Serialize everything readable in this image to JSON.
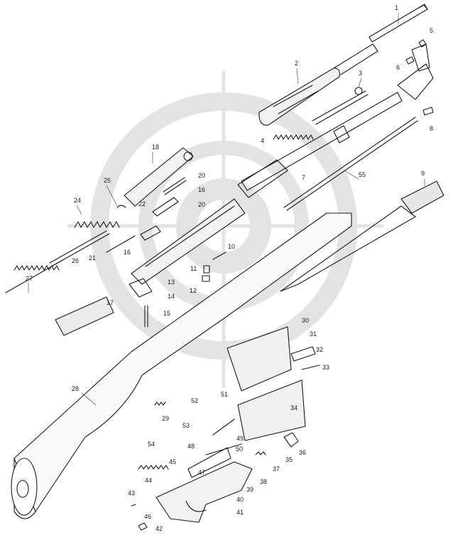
{
  "diagram": {
    "watermark": "crosshair-logo",
    "parts": [
      {
        "id": "1",
        "label": "1"
      },
      {
        "id": "2",
        "label": "2"
      },
      {
        "id": "3",
        "label": "3"
      },
      {
        "id": "4",
        "label": "4"
      },
      {
        "id": "5",
        "label": "5"
      },
      {
        "id": "6",
        "label": "6"
      },
      {
        "id": "7",
        "label": "7"
      },
      {
        "id": "8",
        "label": "8"
      },
      {
        "id": "9",
        "label": "9"
      },
      {
        "id": "10",
        "label": "10"
      },
      {
        "id": "11",
        "label": "11"
      },
      {
        "id": "12",
        "label": "12"
      },
      {
        "id": "13",
        "label": "13"
      },
      {
        "id": "14",
        "label": "14"
      },
      {
        "id": "15",
        "label": "15"
      },
      {
        "id": "16",
        "label": "16"
      },
      {
        "id": "16b",
        "label": "16"
      },
      {
        "id": "17",
        "label": "17"
      },
      {
        "id": "18",
        "label": "18"
      },
      {
        "id": "20",
        "label": "20"
      },
      {
        "id": "20b",
        "label": "20"
      },
      {
        "id": "21",
        "label": "21"
      },
      {
        "id": "22",
        "label": "22"
      },
      {
        "id": "24",
        "label": "24"
      },
      {
        "id": "25",
        "label": "25"
      },
      {
        "id": "26",
        "label": "26"
      },
      {
        "id": "27",
        "label": "27"
      },
      {
        "id": "28",
        "label": "28"
      },
      {
        "id": "29",
        "label": "29"
      },
      {
        "id": "30",
        "label": "30"
      },
      {
        "id": "31",
        "label": "31"
      },
      {
        "id": "32",
        "label": "32"
      },
      {
        "id": "33",
        "label": "33"
      },
      {
        "id": "34",
        "label": "34"
      },
      {
        "id": "35",
        "label": "35"
      },
      {
        "id": "36",
        "label": "36"
      },
      {
        "id": "37",
        "label": "37"
      },
      {
        "id": "38",
        "label": "38"
      },
      {
        "id": "39",
        "label": "39"
      },
      {
        "id": "40",
        "label": "40"
      },
      {
        "id": "41",
        "label": "41"
      },
      {
        "id": "42",
        "label": "42"
      },
      {
        "id": "43",
        "label": "43"
      },
      {
        "id": "44",
        "label": "44"
      },
      {
        "id": "45",
        "label": "45"
      },
      {
        "id": "46",
        "label": "46"
      },
      {
        "id": "47",
        "label": "47"
      },
      {
        "id": "48",
        "label": "48"
      },
      {
        "id": "49",
        "label": "49"
      },
      {
        "id": "50",
        "label": "50"
      },
      {
        "id": "51",
        "label": "51"
      },
      {
        "id": "52",
        "label": "52"
      },
      {
        "id": "53",
        "label": "53"
      },
      {
        "id": "54",
        "label": "54"
      },
      {
        "id": "55",
        "label": "55"
      }
    ]
  }
}
